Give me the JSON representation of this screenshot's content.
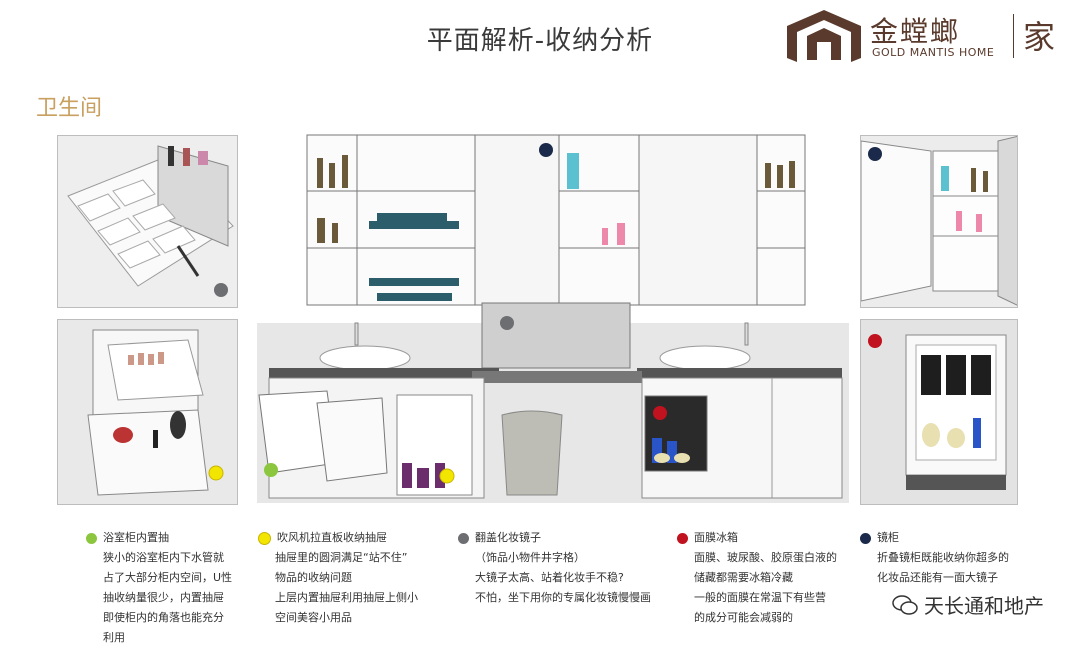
{
  "page_title": "平面解析-收纳分析",
  "brand": {
    "cn": "金螳螂",
    "en": "GOLD MANTIS HOME",
    "jia": "家"
  },
  "section_title": "卫生间",
  "legend": [
    {
      "color": "#8cc63f",
      "title": "浴室柜内置抽",
      "body": "狭小的浴室柜内下水管就\n占了大部分柜内空间，U性\n抽收纳量很少，内置抽屉\n即使柜内的角落也能充分\n利用"
    },
    {
      "color": "#f2e600",
      "title": "吹风机拉直板收纳抽屉",
      "body": "抽屉里的圆洞满足“站不住”\n物品的收纳问题\n上层内置抽屉利用抽屉上侧小\n空间美容小用品"
    },
    {
      "color": "#6d6e71",
      "title": "翻盖化妆镜子",
      "body": "（饰品小物件井字格）\n大镜子太高、站着化妆手不稳?\n不怕，坐下用你的专属化妆镜慢慢画"
    },
    {
      "color": "#c1121f",
      "title": "面膜冰箱",
      "body": "面膜、玻尿酸、胶原蛋白液的\n储藏都需要冰箱冷藏\n一般的面膜在常温下有些营\n的成分可能会减弱的"
    },
    {
      "color": "#1b2a4a",
      "title": "镜柜",
      "body": "折叠镜柜既能收纳你超多的\n化妆品还能有一面大镜子"
    }
  ],
  "watermark": "天长通和地产",
  "colors": {
    "green": "#8cc63f",
    "yellow": "#f2e600",
    "gray": "#6d6e71",
    "red": "#c1121f",
    "navy": "#1b2a4a",
    "brand": "#5a3a2c",
    "gold": "#c8a060"
  }
}
